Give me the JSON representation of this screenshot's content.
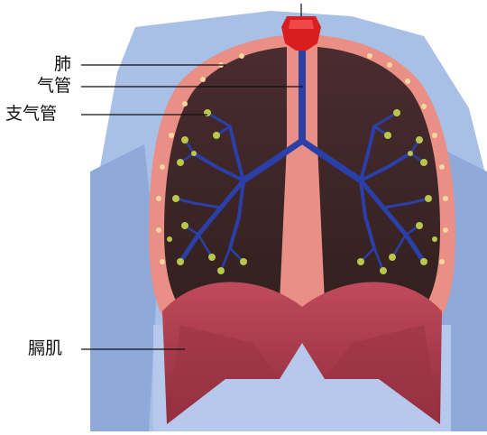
{
  "labels": {
    "lung": "肺",
    "trachea": "气管",
    "bronchus": "支气管",
    "diaphragm": "膈肌"
  },
  "colors": {
    "background": "#ffffff",
    "body_blue": "#a8bfe6",
    "body_blue_dark": "#8fa9d9",
    "pleura_pink": "#e98f86",
    "lung_dark": "#3f2629",
    "bronchi_blue": "#2b3fa8",
    "alveoli_green": "#b8c84a",
    "diaphragm_red": "#a8384a",
    "larynx_red": "#d81e1e",
    "leader_line": "#111111"
  },
  "icons": {
    "larynx": "larynx-icon"
  }
}
